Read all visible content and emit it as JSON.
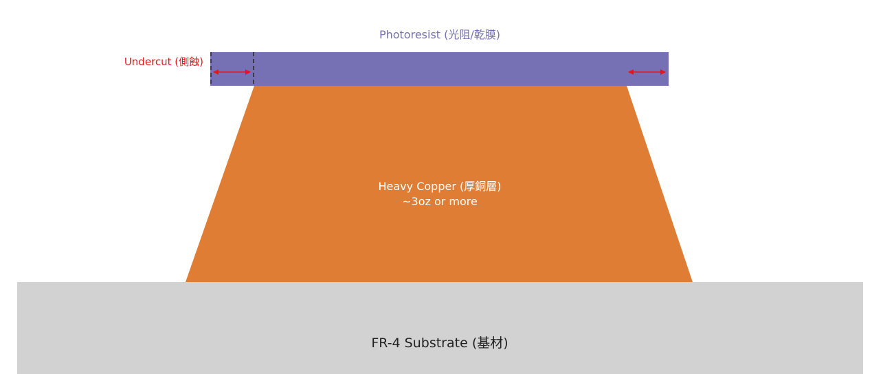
{
  "photoresist": {
    "label": "Photoresist (光阻/乾膜)",
    "fill": "#7670b4",
    "label_color": "#7670b4"
  },
  "undercut": {
    "label": "Undercut (側蝕)",
    "color": "#e8141c",
    "marker_color": "#3a3a4a"
  },
  "copper": {
    "line1": "Heavy Copper (厚銅層)",
    "line2": "~3oz or more",
    "fill": "#df7d35",
    "label_color": "#ffffff"
  },
  "substrate": {
    "label": "FR-4 Substrate (基材)",
    "fill": "#d2d2d2",
    "label_color": "#222222"
  }
}
